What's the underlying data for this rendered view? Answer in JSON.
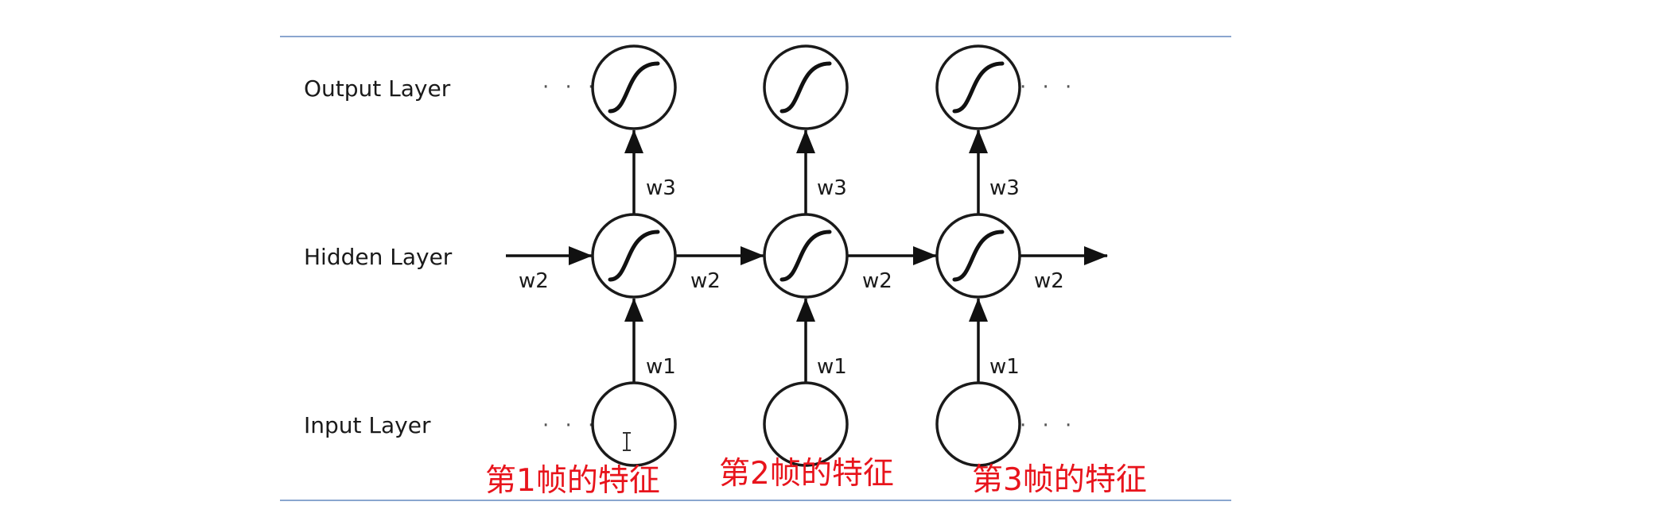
{
  "layers": {
    "output": "Output Layer",
    "hidden": "Hidden Layer",
    "input": "Input Layer"
  },
  "weights": {
    "input_to_hidden": "w1",
    "hidden_to_hidden": "w2",
    "hidden_to_output": "w3"
  },
  "continuation": "· · ·",
  "frames": [
    {
      "caption": "第1帧的特征"
    },
    {
      "caption": "第2帧的特征"
    },
    {
      "caption": "第3帧的特征"
    }
  ],
  "colors": {
    "caption": "#e8141c",
    "rule": "#8aa6cf",
    "stroke": "#111111"
  }
}
